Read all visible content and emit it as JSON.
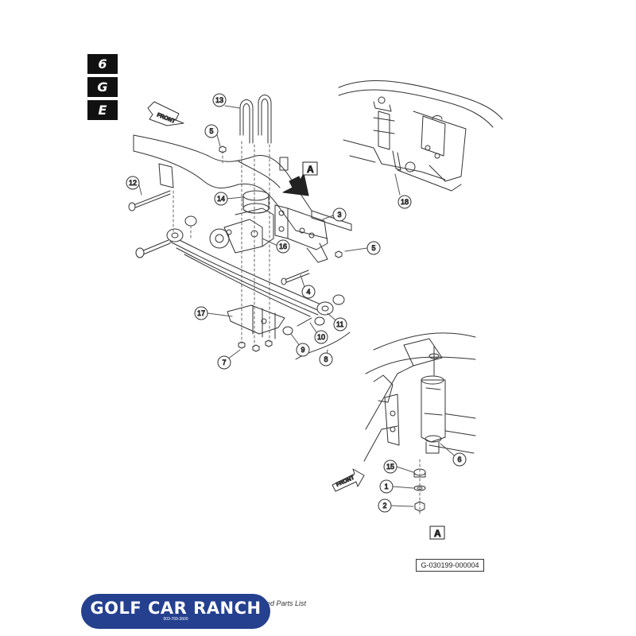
{
  "tabs": [
    "6",
    "G",
    "E"
  ],
  "callouts": {
    "c1": "1",
    "c2": "2",
    "c3": "3",
    "c4": "4",
    "c5a": "5",
    "c5b": "5",
    "c6": "6",
    "c7": "7",
    "c8": "8",
    "c9": "9",
    "c10": "10",
    "c11": "11",
    "c12": "12",
    "c13": "13",
    "c14": "14",
    "c15": "15",
    "c16": "16",
    "c17": "17",
    "c18": "18"
  },
  "detail_marker": "A",
  "front_label": "FRONT",
  "reference_code": "G-030199-000004",
  "footer_text": "ed Parts List",
  "logo": {
    "name": "GOLF CAR RANCH",
    "phone": "903-769-3600",
    "color": "#25408f"
  }
}
